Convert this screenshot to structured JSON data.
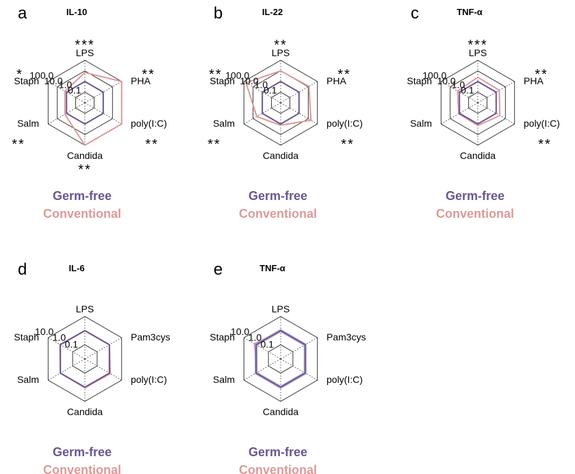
{
  "colors": {
    "germ_free": "#6a5591",
    "germ_free_band": "#b3a6d1",
    "conventional": "#dc9a98",
    "conventional_band": "#ecbcba"
  },
  "legend": {
    "germ_free": "Germ-free",
    "conventional": "Conventional"
  },
  "chart_data": [
    {
      "type": "radar",
      "panel": "a",
      "title": "IL-10",
      "scale": "log",
      "rlim": [
        0.01,
        100
      ],
      "ticks": [
        "100.0",
        "10.0",
        "1.0",
        "0.1"
      ],
      "tick_values": [
        100,
        10,
        1,
        0.1
      ],
      "axes": [
        "LPS",
        "PHA",
        "poly(I:C)",
        "Candida",
        "Salm",
        "Staph"
      ],
      "significance": [
        "***",
        "**",
        "**",
        "**",
        "**",
        "*"
      ],
      "series": [
        {
          "name": "Germ-free",
          "values": [
            1,
            1,
            1,
            1,
            1,
            1
          ],
          "band": [
            [
              1,
              1,
              1,
              1,
              1,
              1
            ],
            [
              1,
              1,
              1,
              1,
              1,
              1
            ]
          ]
        },
        {
          "name": "Conventional",
          "values": [
            7,
            100,
            100,
            100,
            1.5,
            1.5
          ],
          "band": [
            [
              7,
              100,
              100,
              100,
              1.4,
              1.4
            ],
            [
              7,
              100,
              100,
              100,
              1.6,
              1.6
            ]
          ]
        }
      ]
    },
    {
      "type": "radar",
      "panel": "b",
      "title": "IL-22",
      "scale": "log",
      "rlim": [
        0.01,
        100
      ],
      "ticks": [
        "100.0",
        "10.0",
        "1.0",
        "0.1"
      ],
      "tick_values": [
        100,
        10,
        1,
        0.1
      ],
      "axes": [
        "LPS",
        "PHA",
        "poly(I:C)",
        "Candida",
        "Salm",
        "Staph"
      ],
      "significance": [
        "**",
        "**",
        "**",
        "",
        "**",
        "**"
      ],
      "series": [
        {
          "name": "Germ-free",
          "values": [
            1,
            1,
            1,
            1,
            1,
            1
          ],
          "band": [
            [
              1,
              1,
              1,
              1,
              1,
              1
            ],
            [
              1,
              1,
              1,
              1,
              1,
              1
            ]
          ]
        },
        {
          "name": "Conventional",
          "values": [
            10,
            12,
            20,
            1.3,
            4,
            60
          ],
          "band": [
            [
              10,
              12,
              16,
              1.1,
              3.3,
              55
            ],
            [
              10,
              12,
              24,
              1.5,
              4.8,
              65
            ]
          ]
        }
      ]
    },
    {
      "type": "radar",
      "panel": "c",
      "title": "TNF-α",
      "scale": "log",
      "rlim": [
        0.01,
        100
      ],
      "ticks": [
        "100.0",
        "10.0",
        "1.0",
        "0.1"
      ],
      "tick_values": [
        100,
        10,
        1,
        0.1
      ],
      "axes": [
        "LPS",
        "PHA",
        "poly(I:C)",
        "Candida",
        "Salm",
        "Staph"
      ],
      "significance": [
        "***",
        "**",
        "**",
        "",
        "",
        ""
      ],
      "series": [
        {
          "name": "Germ-free",
          "values": [
            1,
            1,
            1,
            1,
            1,
            1
          ],
          "band": [
            [
              0.9,
              0.9,
              0.9,
              0.9,
              0.9,
              0.9
            ],
            [
              1.1,
              1.1,
              1.1,
              1.1,
              1.1,
              1.1
            ]
          ]
        },
        {
          "name": "Conventional",
          "values": [
            2.5,
            2.2,
            2.5,
            1.4,
            1.2,
            1.6
          ],
          "band": [
            [
              2.5,
              2.2,
              2.5,
              1.3,
              1.1,
              1.5
            ],
            [
              2.5,
              2.2,
              2.5,
              1.5,
              1.3,
              1.7
            ]
          ]
        }
      ]
    },
    {
      "type": "radar",
      "panel": "d",
      "title": "IL-6",
      "scale": "log",
      "rlim": [
        0.01,
        10
      ],
      "ticks": [
        "10.0",
        "1.0",
        "0.1"
      ],
      "tick_values": [
        10,
        1,
        0.1
      ],
      "axes": [
        "LPS",
        "Pam3cys",
        "poly(I:C)",
        "Candida",
        "Salm",
        "Staph"
      ],
      "significance": [
        "",
        "",
        "",
        "",
        "",
        ""
      ],
      "series": [
        {
          "name": "Germ-free",
          "values": [
            1,
            1,
            1,
            1,
            1,
            1
          ],
          "band": [
            [
              1,
              1,
              1,
              1,
              1,
              1
            ],
            [
              1,
              1,
              1,
              1,
              1,
              1
            ]
          ]
        },
        {
          "name": "Conventional",
          "values": [
            1,
            1,
            1.2,
            1.1,
            1,
            1.1
          ],
          "band": [
            [
              1,
              1,
              1.1,
              1.05,
              1,
              1.05
            ],
            [
              1,
              1,
              1.3,
              1.15,
              1,
              1.15
            ]
          ]
        }
      ]
    },
    {
      "type": "radar",
      "panel": "e",
      "title": "TNF-α",
      "scale": "log",
      "rlim": [
        0.01,
        10
      ],
      "ticks": [
        "10.0",
        "1.0",
        "0.1"
      ],
      "tick_values": [
        10,
        1,
        0.1
      ],
      "axes": [
        "LPS",
        "Pam3cys",
        "poly(I:C)",
        "Candida",
        "Salm",
        "Staph"
      ],
      "significance": [
        "",
        "",
        "",
        "",
        "",
        ""
      ],
      "series": [
        {
          "name": "Germ-free",
          "values": [
            1,
            1,
            1,
            1,
            1,
            1
          ],
          "band": [
            [
              0.75,
              0.75,
              0.75,
              0.75,
              0.75,
              0.75
            ],
            [
              1.35,
              1.35,
              1.35,
              1.35,
              1.35,
              1.35
            ]
          ]
        },
        {
          "name": "Conventional",
          "values": [
            0.95,
            0.95,
            0.95,
            0.95,
            0.9,
            1.4
          ],
          "band": [
            [
              0.95,
              0.95,
              0.95,
              0.95,
              0.9,
              1.3
            ],
            [
              0.95,
              0.95,
              0.95,
              0.95,
              0.9,
              1.5
            ]
          ]
        }
      ]
    }
  ]
}
